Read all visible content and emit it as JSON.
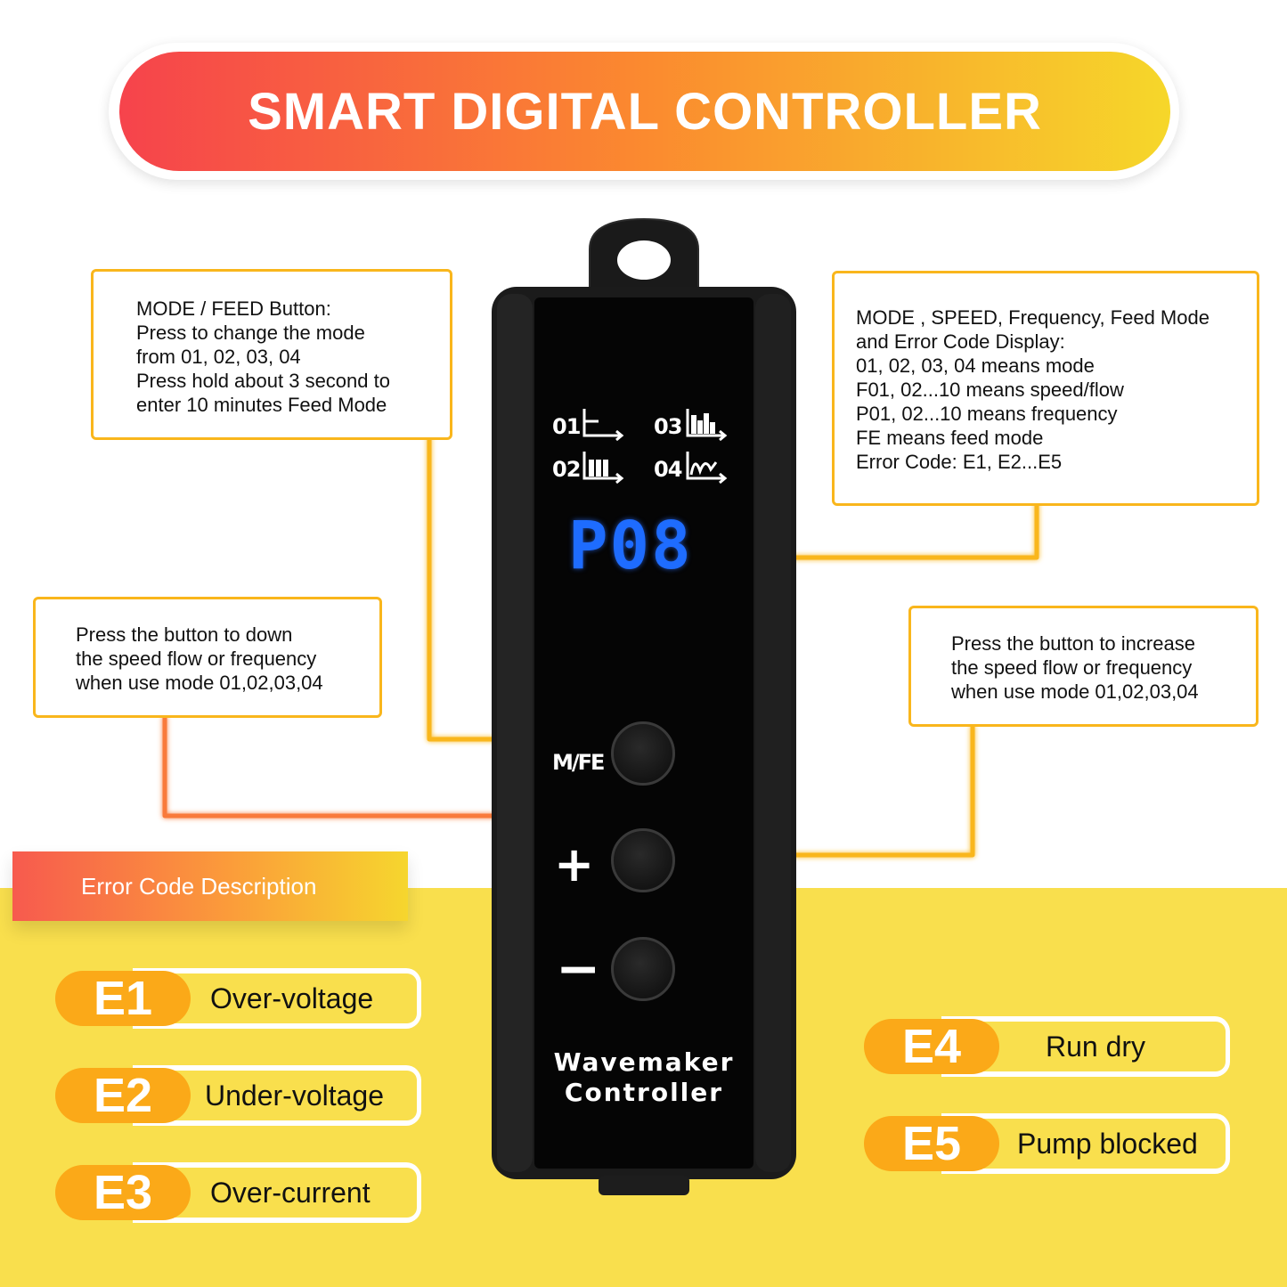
{
  "title": "SMART DIGITAL CONTROLLER",
  "callouts": {
    "mode_feed": [
      "MODE / FEED Button:",
      "Press to change the mode",
      "from 01, 02, 03, 04",
      "Press hold about 3 second to",
      "enter 10 minutes Feed Mode"
    ],
    "display": [
      "MODE , SPEED, Frequency, Feed Mode",
      "and Error Code Display:",
      "01, 02, 03, 04 means mode",
      "F01, 02...10 means speed/flow",
      "P01, 02...10 means frequency",
      "FE means feed mode",
      "Error Code: E1, E2...E5"
    ],
    "down": [
      "Press the button to down",
      "the speed flow or frequency",
      "when use mode 01,02,03,04"
    ],
    "up": [
      "Press the button to increase",
      "the speed flow or frequency",
      "when use mode 01,02,03,04"
    ]
  },
  "device": {
    "modes": [
      "01",
      "02",
      "03",
      "04"
    ],
    "lcd": "P08",
    "mode_button_label": "M/FE",
    "plus_symbol": "+",
    "minus_symbol": "−",
    "brand_line1": "Wavemaker",
    "brand_line2": "Controller"
  },
  "error_section": {
    "header": "Error Code Description",
    "codes": [
      {
        "code": "E1",
        "desc": "Over-voltage"
      },
      {
        "code": "E2",
        "desc": "Under-voltage"
      },
      {
        "code": "E3",
        "desc": "Over-current"
      },
      {
        "code": "E4",
        "desc": "Run dry"
      },
      {
        "code": "E5",
        "desc": "Pump blocked"
      }
    ]
  },
  "colors": {
    "accent_orange": "#fba918",
    "callout_border": "#f9b61c",
    "lcd_blue": "#1e6cff",
    "background_yellow": "#f9df4d"
  }
}
